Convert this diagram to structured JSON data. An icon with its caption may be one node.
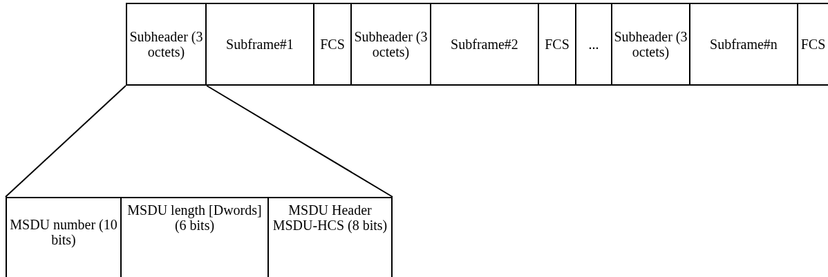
{
  "diagram": {
    "nodes": [
      {
        "text": [
          "Subheader (3 octets)"
        ]
      },
      {
        "text": [
          "Subframe#1"
        ]
      },
      {
        "text": [
          "FCS"
        ]
      },
      {
        "text": [
          "Subheader (3 octets)"
        ]
      },
      {
        "text": [
          "Subframe#2"
        ]
      },
      {
        "text": [
          "FCS"
        ]
      },
      {
        "text": [
          "..."
        ]
      },
      {
        "text": [
          "Subheader (3 octets)"
        ]
      },
      {
        "text": [
          "Subframe#n"
        ]
      },
      {
        "text": [
          "FCS"
        ]
      },
      {
        "text": [
          "MSDU number (10 bits)"
        ]
      },
      {
        "text": [
          "MSDU length [Dwords] (6 bits)"
        ]
      },
      {
        "text": [
          "MSDU Header MSDU-HCS (8 bits)"
        ]
      }
    ],
    "edges": [
      {
        "from": 0,
        "to": 10,
        "arrow": "none"
      },
      {
        "from": 0,
        "to": 12,
        "arrow": "none"
      }
    ]
  }
}
